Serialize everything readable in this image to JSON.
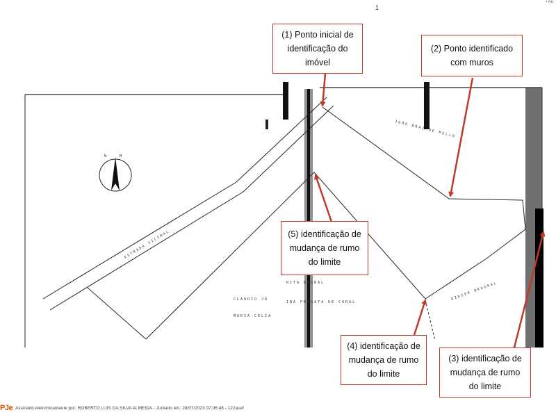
{
  "page": {
    "number": "1",
    "corner_mark": "• Au"
  },
  "callouts": {
    "c1": {
      "lines": [
        "(1) Ponto inicial de",
        "identificação do",
        "imóvel"
      ]
    },
    "c2": {
      "lines": [
        "(2) Ponto identificado",
        "com muros"
      ]
    },
    "c3": {
      "lines": [
        "(3) identificação de",
        "mudança de rumo",
        "do limite"
      ]
    },
    "c4": {
      "lines": [
        "(4) identificação de",
        "mudança de rumo",
        "do limite"
      ]
    },
    "c5": {
      "lines": [
        "(5) identificação de",
        "mudança de rumo",
        "do limite"
      ]
    }
  },
  "map_labels": {
    "estrada": "ESTRADA VICINAL",
    "joao": "JOÃO BRAZ DE MELLO",
    "claudio": "CLAUDIO JR",
    "maria": "MARIA CELIA",
    "ina": "INA FRAGATA DE CURAL",
    "rita": "RITA BOUBAL",
    "didier": "DIDIER BRUGRAL",
    "north_n": "N",
    "north_m": "M"
  },
  "colors": {
    "callout_border": "#c0392b",
    "arrow": "#c0392b",
    "pje_logo": "#d35400"
  },
  "footer": {
    "logo": "PJe",
    "signature": "Assinado eletronicamente por: ROBERTO LUIS DA SILVA ALMEIDA - Juntado em: 28/07/2023 07:06:48 - 122acef"
  }
}
